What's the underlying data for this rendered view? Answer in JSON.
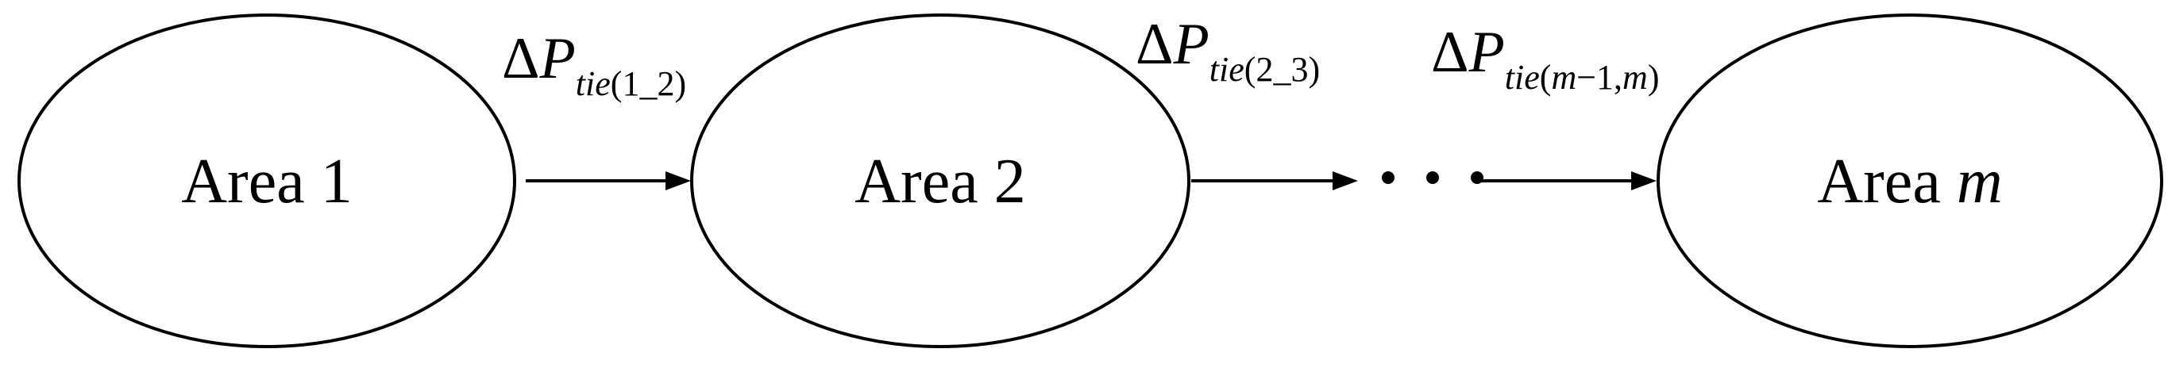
{
  "areas": [
    {
      "label": "Area 1",
      "name_part": "Area ",
      "num_part": "1",
      "num_italic": false
    },
    {
      "label": "Area 2",
      "name_part": "Area ",
      "num_part": "2",
      "num_italic": false
    },
    {
      "label": "Area m",
      "name_part": "Area ",
      "num_part": "m",
      "num_italic": true
    }
  ],
  "ties": [
    {
      "delta": "Δ",
      "var": "P",
      "sub_tie": "tie",
      "sub_open": "(",
      "sub_a": "1",
      "sub_sep": "_",
      "sub_b": "2",
      "sub_close": ")"
    },
    {
      "delta": "Δ",
      "var": "P",
      "sub_tie": "tie",
      "sub_open": "(",
      "sub_a": "2",
      "sub_sep": "_",
      "sub_b": "3",
      "sub_close": ")"
    },
    {
      "delta": "Δ",
      "var": "P",
      "sub_tie": "tie",
      "sub_open": "(",
      "sub_a": "m",
      "sub_sep": "−1,",
      "sub_b": "m",
      "sub_close": ")"
    }
  ],
  "ellipsis": "• • •",
  "colors": {
    "stroke": "#000000",
    "background": "#ffffff"
  }
}
